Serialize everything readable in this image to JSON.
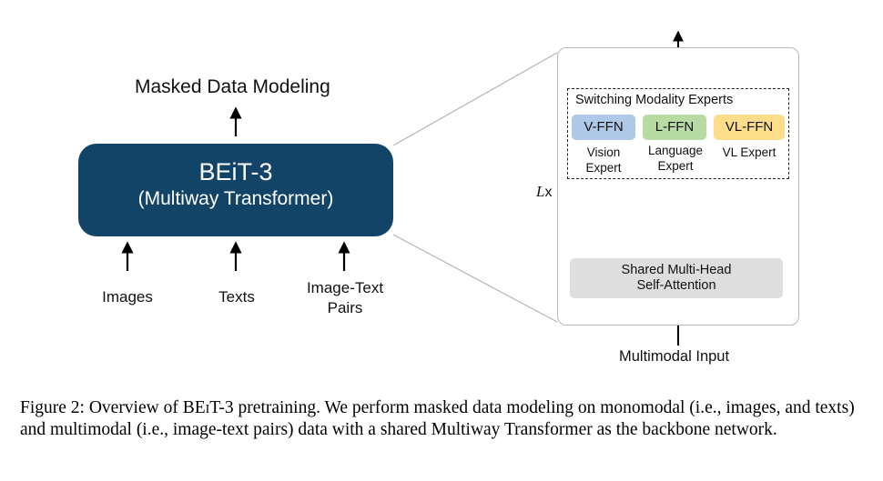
{
  "main": {
    "title": "Masked Data Modeling",
    "model_name": "BEiT-3",
    "model_subtitle": "(Multiway Transformer)",
    "inputs": [
      {
        "label": "Images"
      },
      {
        "label": "Texts"
      },
      {
        "label": "Image-Text Pairs"
      }
    ],
    "model_color": "#124468"
  },
  "detail": {
    "experts_title": "Switching Modality Experts",
    "experts": [
      {
        "label": "V-FFN",
        "expert": "Vision Expert",
        "color": "#aec8e8"
      },
      {
        "label": "L-FFN",
        "expert": "Language Expert",
        "color": "#b7dba3"
      },
      {
        "label": "VL-FFN",
        "expert": "VL Expert",
        "color": "#fbdd8a"
      }
    ],
    "layer_count_symbol": "L",
    "layer_count_suffix": "x",
    "attention_line1": "Shared Multi-Head",
    "attention_line2": "Self-Attention",
    "input_label": "Multimodal Input",
    "add_symbol": "+"
  },
  "caption": {
    "prefix": "Figure 2:  Overview of ",
    "model": "BEiT-3",
    "text": " pretraining. We perform masked data modeling on monomodal (i.e., images, and texts) and multimodal (i.e., image-text pairs) data with a shared Multiway Transformer as the backbone network."
  }
}
